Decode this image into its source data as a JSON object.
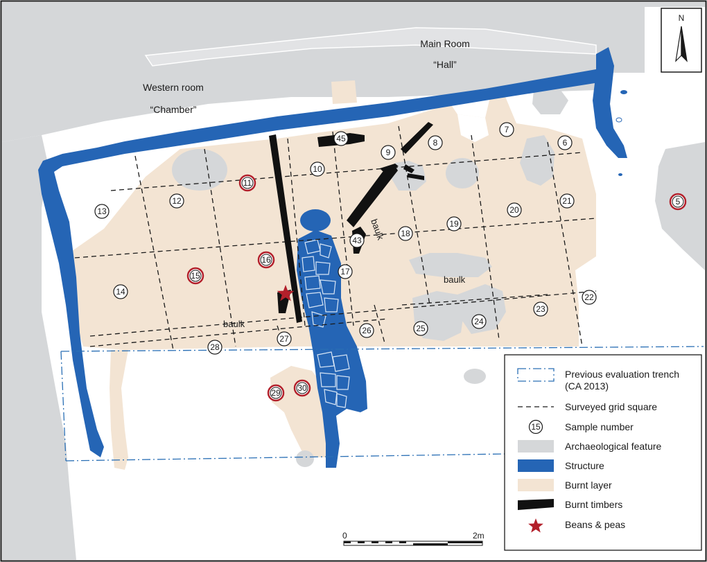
{
  "rooms": {
    "western_line1": "Western room",
    "western_line2": "“Chamber”",
    "main_line1": "Main Room",
    "main_line2": "“Hall”"
  },
  "baulk_label": "baulk",
  "north_label": "N",
  "samples": [
    {
      "n": "5",
      "hl": true
    },
    {
      "n": "6",
      "hl": false
    },
    {
      "n": "7",
      "hl": false
    },
    {
      "n": "8",
      "hl": false
    },
    {
      "n": "9",
      "hl": false
    },
    {
      "n": "10",
      "hl": false
    },
    {
      "n": "11",
      "hl": true
    },
    {
      "n": "12",
      "hl": false
    },
    {
      "n": "13",
      "hl": false
    },
    {
      "n": "14",
      "hl": false
    },
    {
      "n": "15",
      "hl": true
    },
    {
      "n": "16",
      "hl": true
    },
    {
      "n": "17",
      "hl": false
    },
    {
      "n": "18",
      "hl": false
    },
    {
      "n": "19",
      "hl": false
    },
    {
      "n": "20",
      "hl": false
    },
    {
      "n": "21",
      "hl": false
    },
    {
      "n": "22",
      "hl": false
    },
    {
      "n": "23",
      "hl": false
    },
    {
      "n": "24",
      "hl": false
    },
    {
      "n": "25",
      "hl": false
    },
    {
      "n": "26",
      "hl": false
    },
    {
      "n": "27",
      "hl": false
    },
    {
      "n": "28",
      "hl": false
    },
    {
      "n": "29",
      "hl": true
    },
    {
      "n": "30",
      "hl": true
    },
    {
      "n": "43",
      "hl": false
    },
    {
      "n": "45",
      "hl": false
    }
  ],
  "legend": {
    "trench_line1": "Previous evaluation trench",
    "trench_line2": "(CA 2013)",
    "grid": "Surveyed grid square",
    "sample_example": "15",
    "sample": "Sample number",
    "feature": "Archaeological feature",
    "structure": "Structure",
    "burnt": "Burnt layer",
    "timbers": "Burnt timbers",
    "beans": "Beans & peas"
  },
  "scale": {
    "start": "0",
    "end": "2m"
  },
  "colors": {
    "feature": "#d5d7d9",
    "structure": "#2565b5",
    "burnt": "#f3e4d3",
    "timber": "#111111",
    "sample_highlight": "#b3202b",
    "trench": "#2a6fb5"
  }
}
